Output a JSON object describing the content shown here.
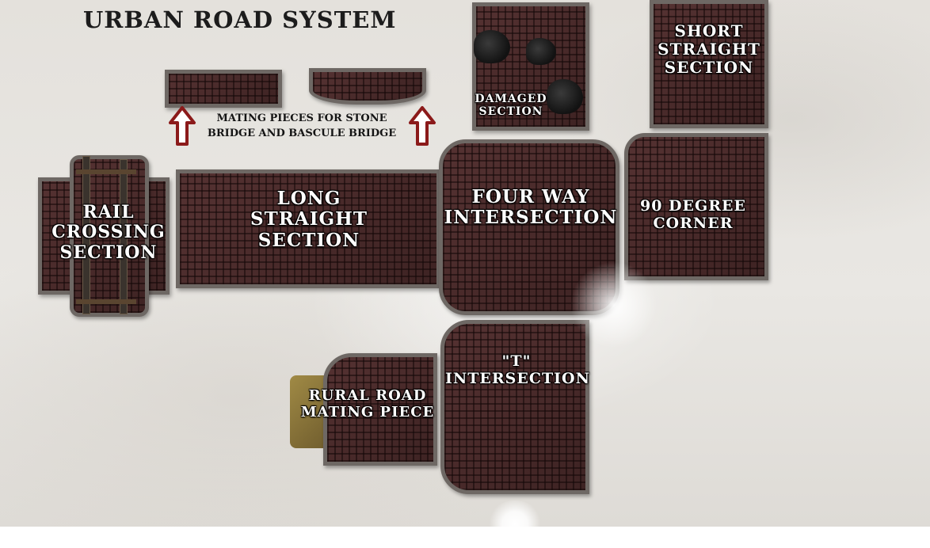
{
  "title": "URBAN ROAD SYSTEM",
  "note": {
    "line1": "MATING PIECES FOR STONE",
    "line2": "BRIDGE AND BASCULE BRIDGE"
  },
  "pieces": {
    "rail_crossing": [
      "RAIL",
      "CROSSING",
      "SECTION"
    ],
    "long_straight": [
      "LONG",
      "STRAIGHT",
      "SECTION"
    ],
    "four_way": [
      "FOUR WAY",
      "INTERSECTION"
    ],
    "ninety_degree": [
      "90 DEGREE",
      "CORNER"
    ],
    "short_straight": [
      "SHORT",
      "STRAIGHT",
      "SECTION"
    ],
    "damaged": [
      "DAMAGED",
      "SECTION"
    ],
    "t_intersection": [
      "\"T\"",
      "INTERSECTION"
    ],
    "rural_road": [
      "RURAL ROAD",
      "MATING PIECE"
    ]
  },
  "colors": {
    "tile": "#4a2a2a",
    "tile_border": "#6e6864",
    "arrow_outline": "#8b1a1a",
    "arrow_fill": "#ffffff",
    "title_text": "#1c1c1c"
  },
  "icons": {
    "arrow": "arrow-up-icon"
  }
}
